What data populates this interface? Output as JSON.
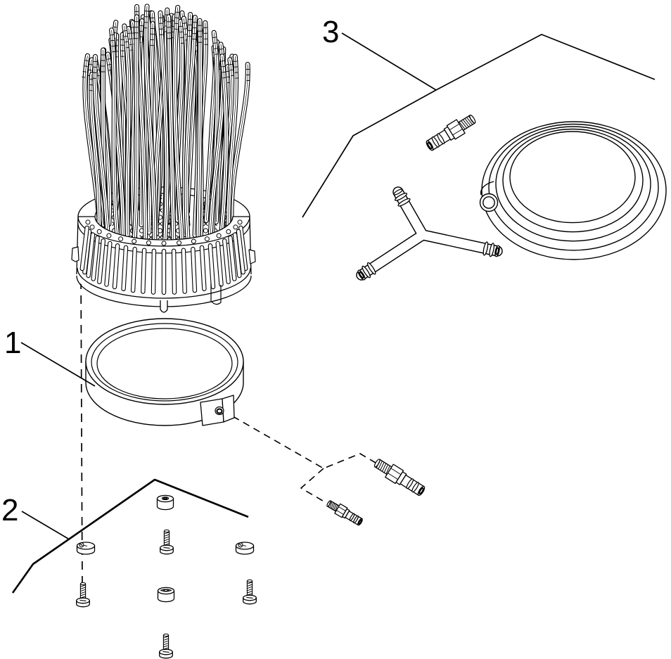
{
  "diagram": {
    "type": "exploded-parts-diagram",
    "background_color": "#ffffff",
    "line_color": "#000000",
    "callouts": [
      {
        "label": "1"
      },
      {
        "label": "2"
      },
      {
        "label": "3"
      }
    ]
  }
}
